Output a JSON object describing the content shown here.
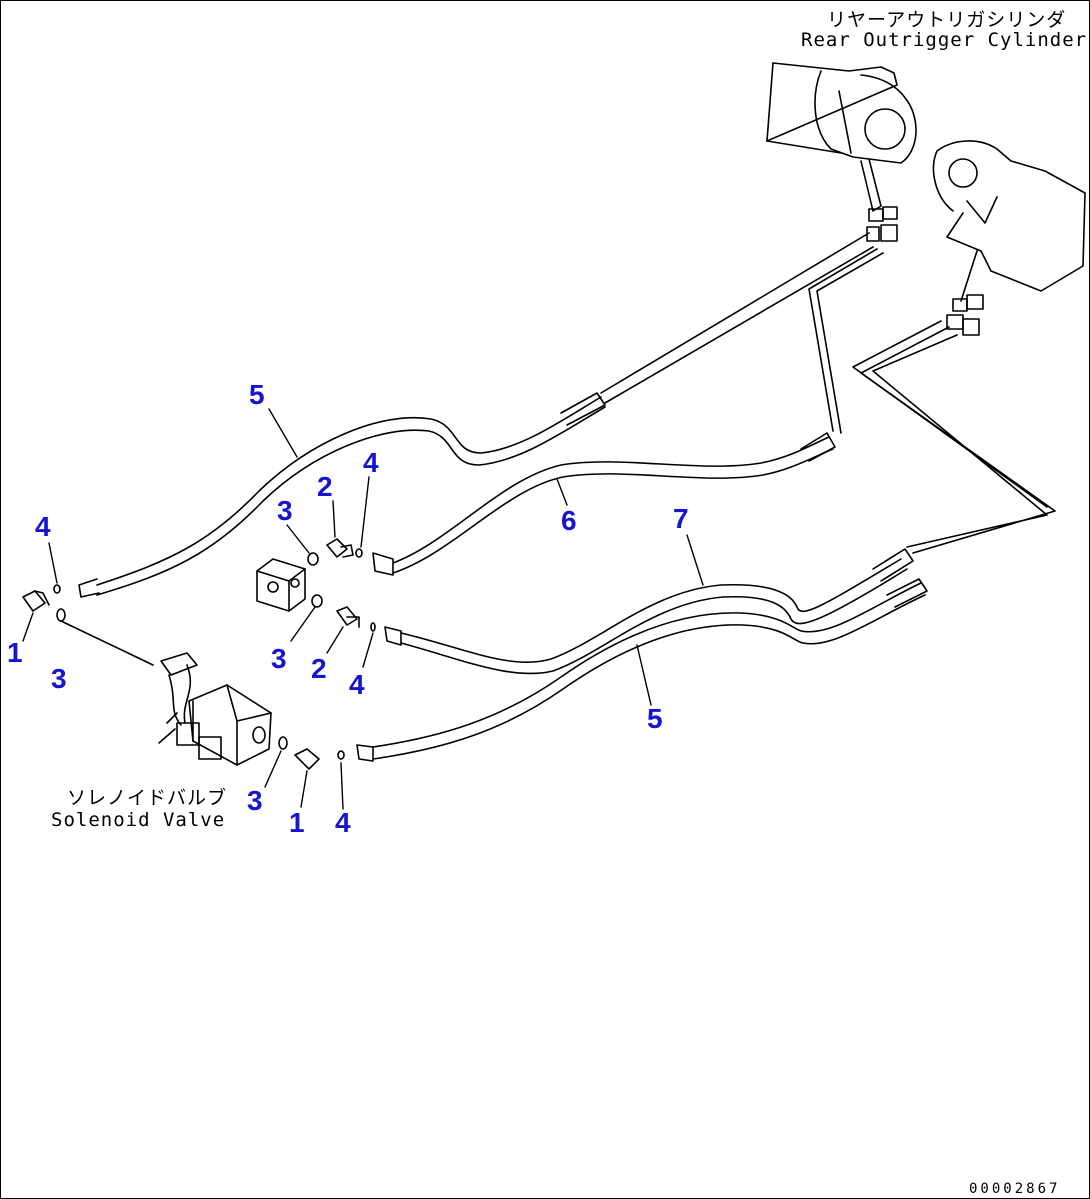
{
  "labels": {
    "rear_cylinder_jp": "リヤーアウトリガシリンダ",
    "rear_cylinder_en": "Rear Outrigger Cylinder",
    "solenoid_jp": "ソレノイドバルブ",
    "solenoid_en": "Solenoid Valve",
    "doc_number": "00002867"
  },
  "callout_color": "#1414d2",
  "callouts": [
    "4",
    "1",
    "3",
    "3",
    "2",
    "4",
    "3",
    "2",
    "4",
    "5",
    "6",
    "7",
    "5",
    "3",
    "1",
    "4"
  ]
}
